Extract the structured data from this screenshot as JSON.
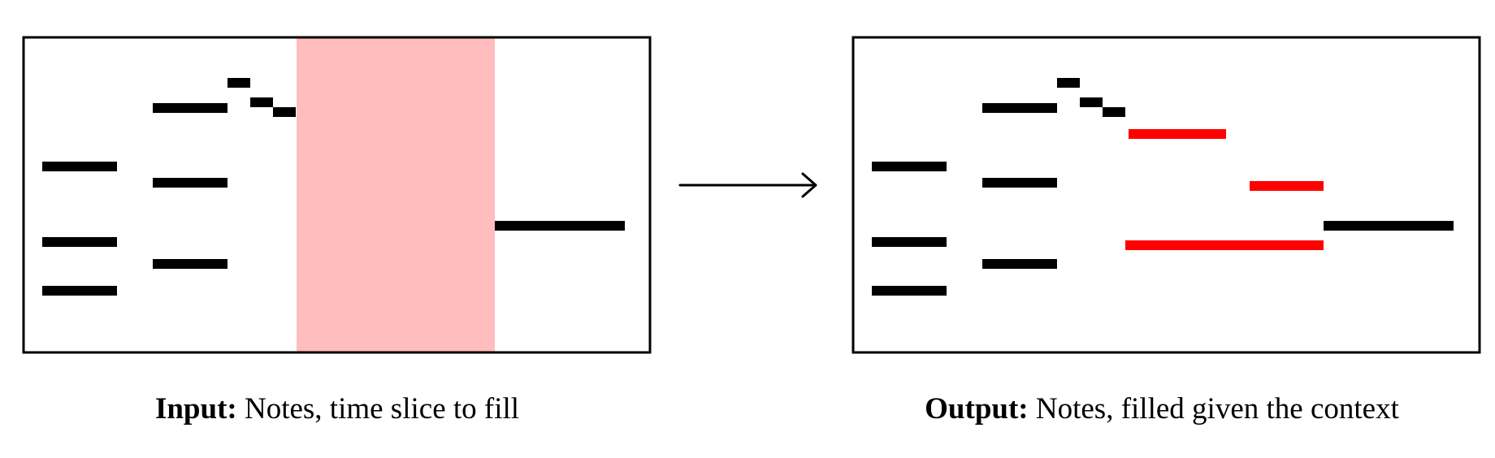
{
  "colors": {
    "note": "#000000",
    "filled_note": "#ff0000",
    "mask": "#ffbdbd",
    "frame": "#000000"
  },
  "input_caption": {
    "label": "Input:",
    "text": " Notes, time slice to fill"
  },
  "output_caption": {
    "label": "Output:",
    "text": " Notes, filled given the context"
  },
  "arrow_icon": "right-arrow"
}
